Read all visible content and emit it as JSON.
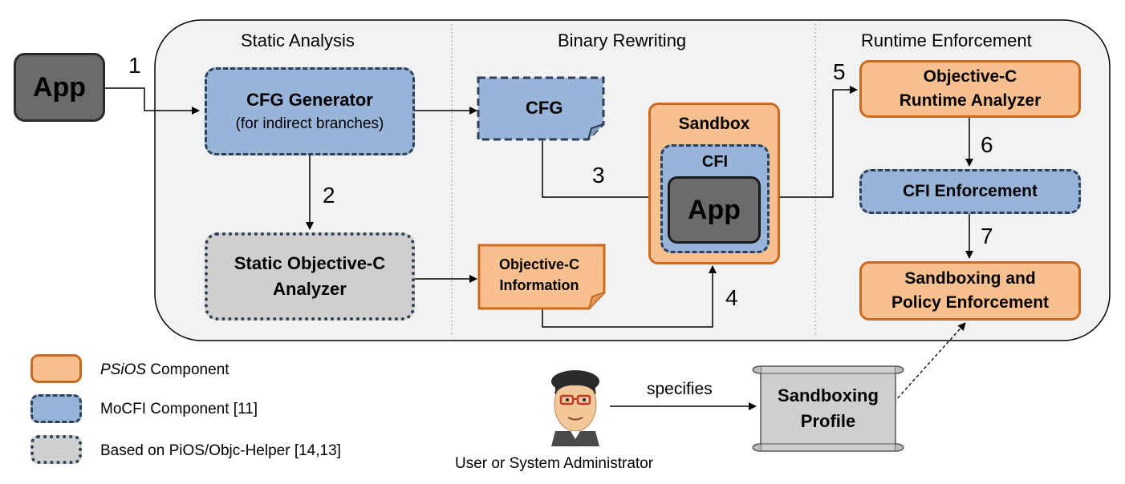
{
  "sections": {
    "static_analysis": "Static Analysis",
    "binary_rewriting": "Binary Rewriting",
    "runtime_enforcement": "Runtime Enforcement"
  },
  "nodes": {
    "app_input": "App",
    "cfg_generator_title": "CFG Generator",
    "cfg_generator_sub": "(for indirect branches)",
    "static_objc_line1": "Static Objective-C",
    "static_objc_line2": "Analyzer",
    "cfg_doc": "CFG",
    "objc_info_line1": "Objective-C",
    "objc_info_line2": "Information",
    "sandbox": "Sandbox",
    "cfi": "CFI",
    "app_inner": "App",
    "runtime_analyzer_line1": "Objective-C",
    "runtime_analyzer_line2": "Runtime Analyzer",
    "cfi_enforcement": "CFI Enforcement",
    "sandboxing_line1": "Sandboxing and",
    "sandboxing_line2": "Policy Enforcement",
    "profile_line1": "Sandboxing",
    "profile_line2": "Profile"
  },
  "steps": [
    "1",
    "2",
    "3",
    "4",
    "5",
    "6",
    "7"
  ],
  "edge_labels": {
    "specifies": "specifies"
  },
  "person_label": "User or System Administrator",
  "legend": {
    "psios_italic": "PSiOS",
    "psios_rest": " Component",
    "mocfi": "MoCFI Component [11]",
    "pios": "Based on PiOS/Objc-Helper [14,13]"
  },
  "colors": {
    "psios_fill": "#f9c08f",
    "psios_border": "#c96a22",
    "mocfi_fill": "#98b4d8",
    "mocfi_border": "#2d3f5a",
    "pios_fill": "#cfcfcf",
    "app_fill": "#6b6b6b",
    "panel_fill": "#f2f2f2"
  }
}
